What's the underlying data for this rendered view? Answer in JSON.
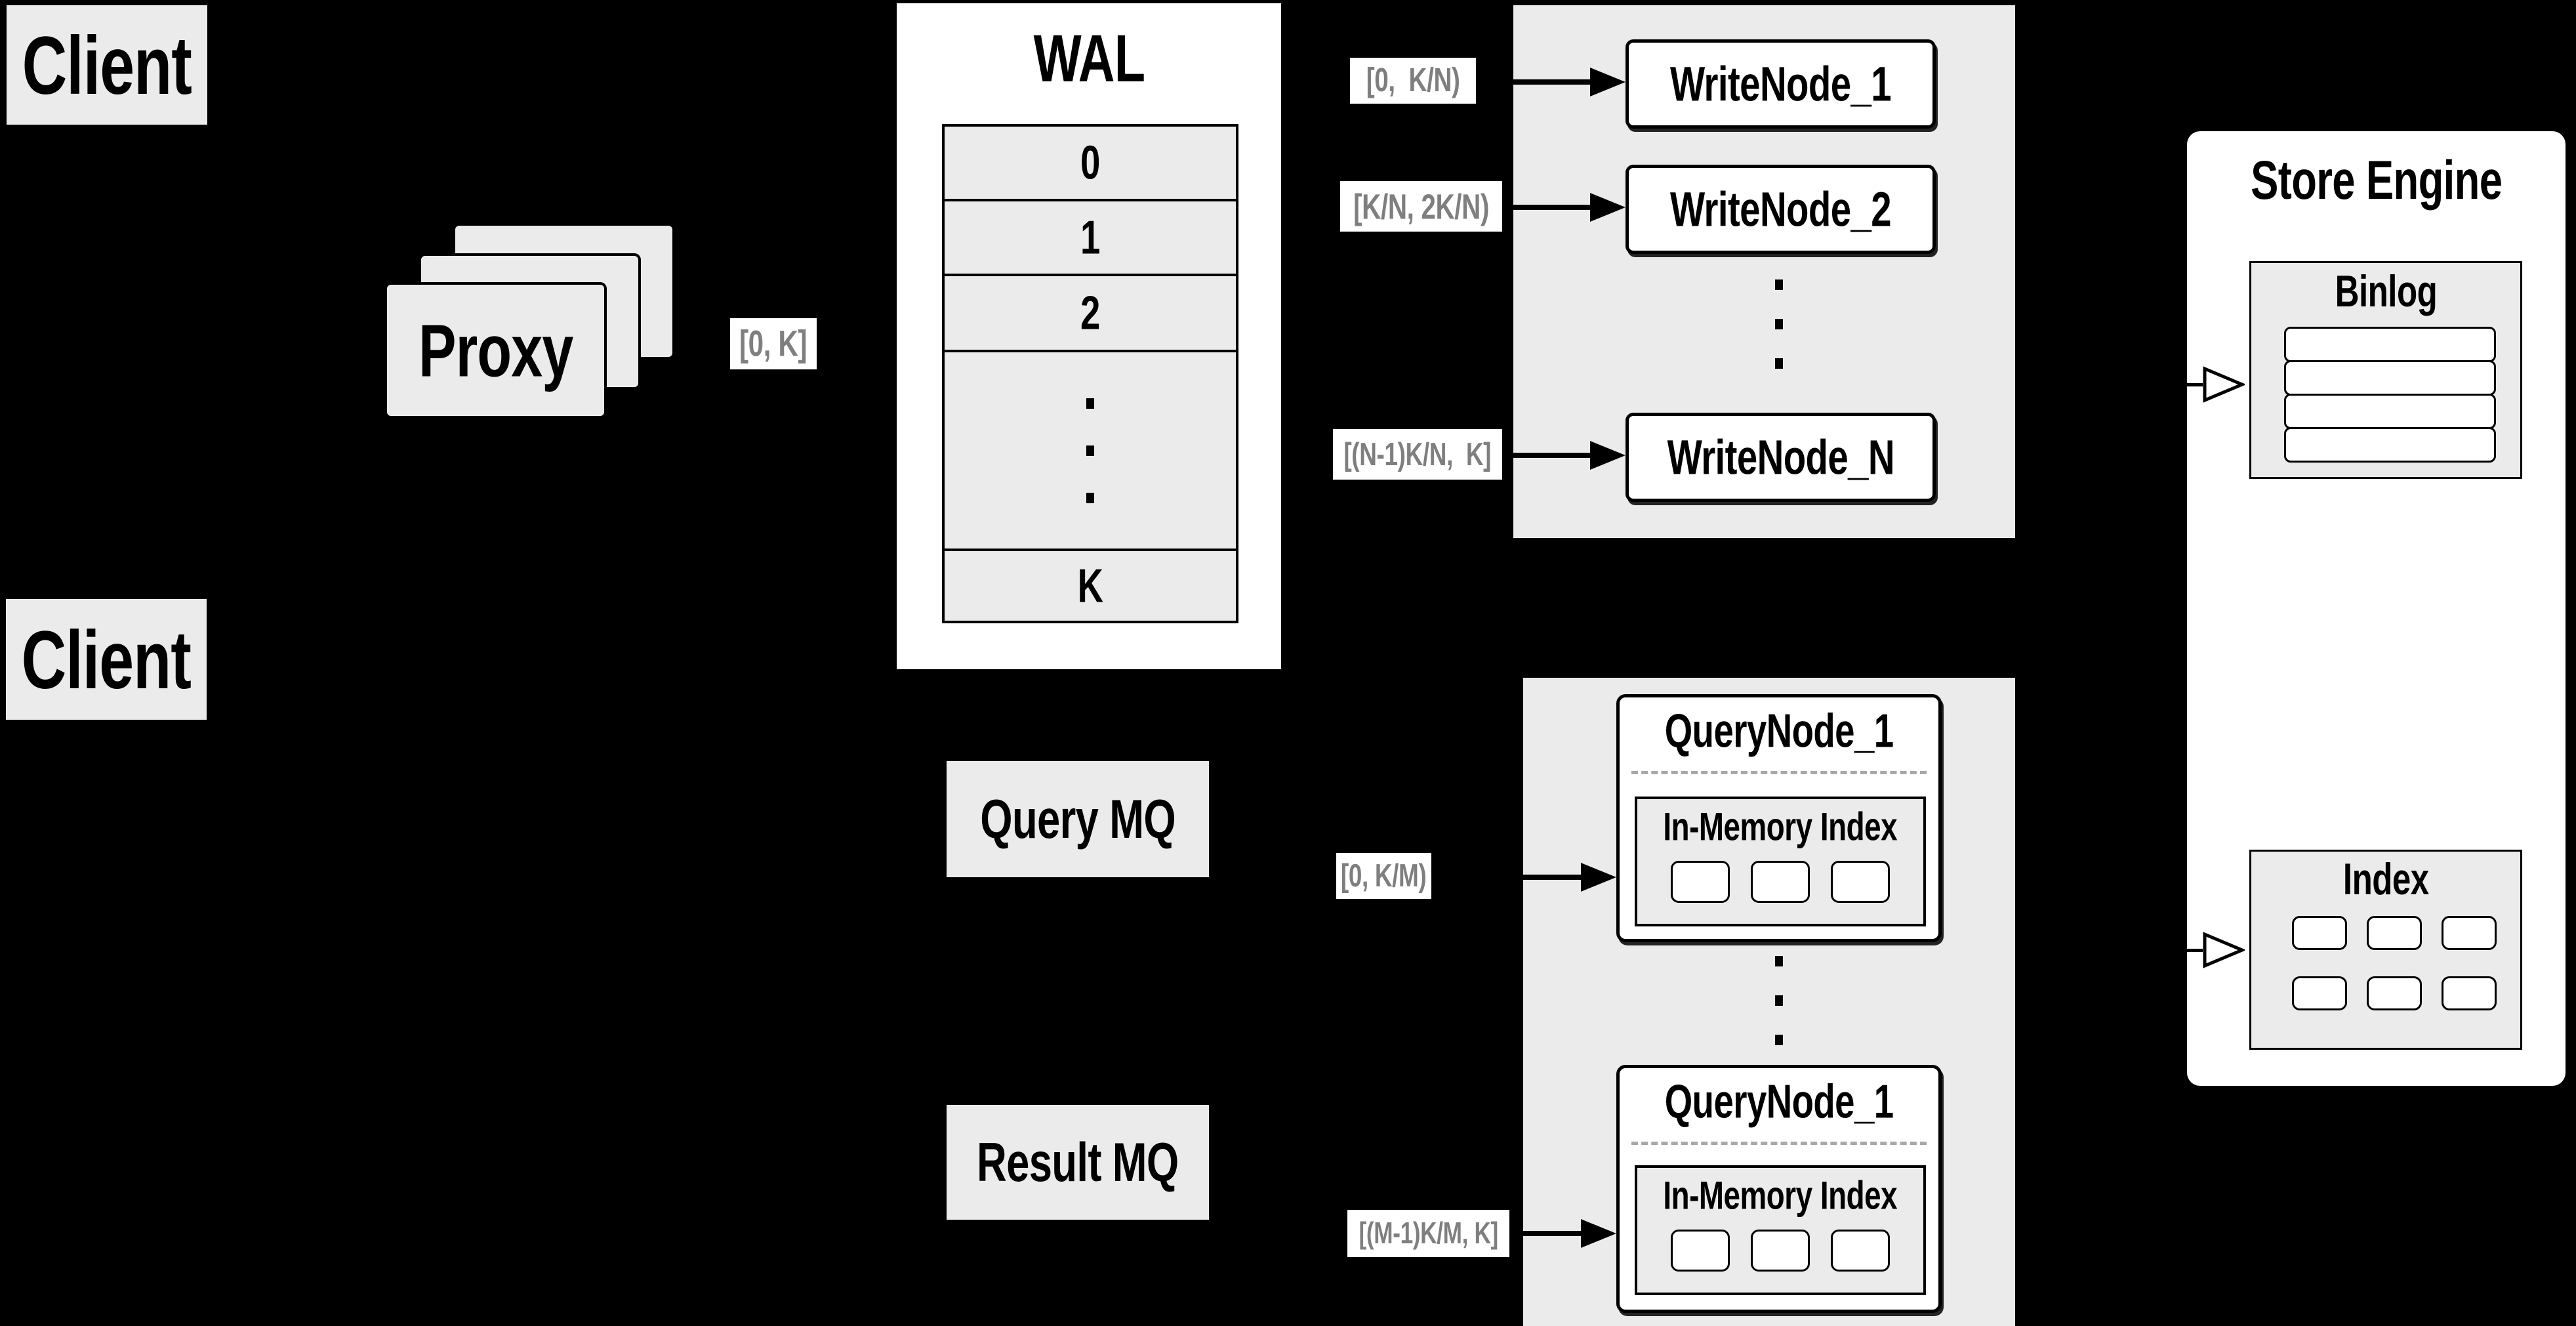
{
  "colors": {
    "background": "#000000",
    "panel_gray": "#ebebeb",
    "box_white": "#ffffff",
    "line_black": "#000000",
    "chip_text_gray": "#7f7f7f",
    "dashed_gray": "#a8a8a8"
  },
  "clients": {
    "top": "Client",
    "bottom": "Client"
  },
  "proxy": {
    "title": "Proxy"
  },
  "range_labels": {
    "proxy_out": "[0, K]",
    "write": [
      "[0,  K/N)",
      "[K/N, 2K/N)",
      "[(N-1)K/N,  K]"
    ],
    "query_first": "[0, K/M)",
    "query_last": "[(M-1)K/M, K]"
  },
  "wal": {
    "title": "WAL",
    "rows": [
      "0",
      "1",
      "2",
      "K"
    ]
  },
  "write_section": {
    "nodes": [
      {
        "label": "WriteNode_1"
      },
      {
        "label": "WriteNode_2"
      },
      {
        "label": "WriteNode_N"
      }
    ]
  },
  "mq": {
    "query": "Query MQ",
    "result": "Result MQ"
  },
  "query_section": {
    "nodes": [
      {
        "title": "QueryNode_1",
        "index_title": "In-Memory Index"
      },
      {
        "title": "QueryNode_1",
        "index_title": "In-Memory Index"
      }
    ]
  },
  "store_engine": {
    "title": "Store Engine",
    "binlog": {
      "title": "Binlog"
    },
    "index": {
      "title": "Index"
    }
  }
}
